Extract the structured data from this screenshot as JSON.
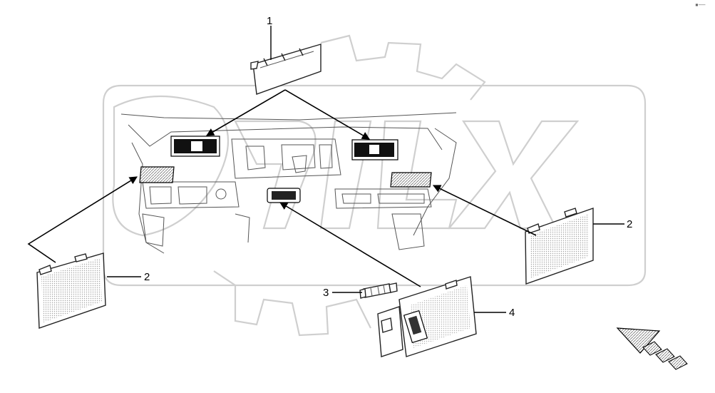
{
  "callouts": [
    {
      "id": "1",
      "label": "1"
    },
    {
      "id": "2a",
      "label": "2"
    },
    {
      "id": "2b",
      "label": "2"
    },
    {
      "id": "3",
      "label": "3"
    },
    {
      "id": "4",
      "label": "4"
    }
  ],
  "corner_mark": "▪‒‒",
  "colors": {
    "ink": "#000000",
    "watermark": "#cfcfcf",
    "hatch": "#888888",
    "background": "#ffffff"
  }
}
